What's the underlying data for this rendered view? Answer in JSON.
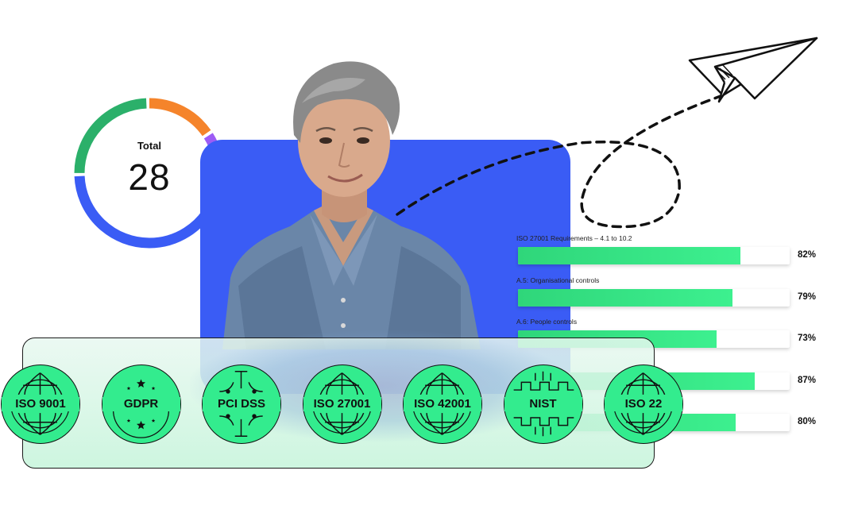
{
  "donut": {
    "label": "Total",
    "value": "28",
    "segments": [
      {
        "color": "#f5842b",
        "fraction": 0.16
      },
      {
        "color": "#9d5cf5",
        "fraction": 0.16
      },
      {
        "color": "#3a5cf5",
        "fraction": 0.43
      },
      {
        "color": "#2bb06a",
        "fraction": 0.25
      }
    ]
  },
  "requirements": [
    {
      "title": "ISO 27001 Requirements – 4.1 to 10.2",
      "percent": "82%",
      "value": 82
    },
    {
      "title": "A.5: Organisational controls",
      "percent": "79%",
      "value": 79
    },
    {
      "title": "A.6: People controls",
      "percent": "73%",
      "value": 73
    },
    {
      "title": "",
      "percent": "87%",
      "value": 87
    },
    {
      "title": "",
      "percent": "80%",
      "value": 80
    }
  ],
  "frameworks": [
    {
      "label": "ISO 9001",
      "icon": "globe-icon"
    },
    {
      "label": "GDPR",
      "icon": "eu-stars-icon"
    },
    {
      "label": "PCI DSS",
      "icon": "circuit-icon"
    },
    {
      "label": "ISO 27001",
      "icon": "globe-icon"
    },
    {
      "label": "ISO 42001",
      "icon": "globe-icon"
    },
    {
      "label": "NIST",
      "icon": "circuit-wave-icon"
    },
    {
      "label": "ISO 22",
      "icon": "globe-icon"
    }
  ],
  "colors": {
    "accent_blue": "#3a5cf5",
    "badge_green": "#33ec8e",
    "bar_green": "#2fd67a"
  }
}
